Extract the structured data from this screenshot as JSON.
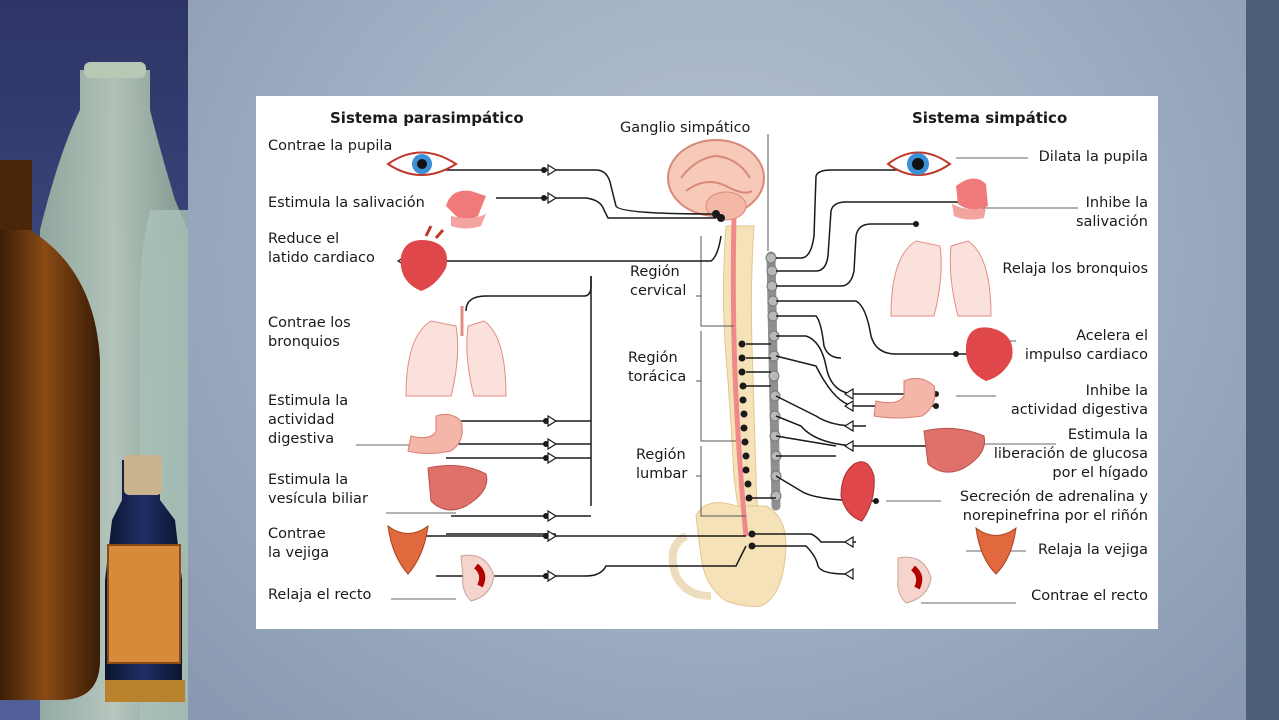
{
  "diagram": {
    "parasympathetic_title": "Sistema parasimpático",
    "sympathetic_title": "Sistema simpático",
    "ganglion_label": "Ganglio simpático",
    "regions": {
      "cervical": [
        "Región",
        "cervical"
      ],
      "thoracic": [
        "Región",
        "torácica"
      ],
      "lumbar": [
        "Región",
        "lumbar"
      ]
    },
    "parasympathetic_effects": [
      [
        "Contrae la pupila"
      ],
      [
        "Estimula la salivación"
      ],
      [
        "Reduce el",
        "latido cardiaco"
      ],
      [
        "Contrae los",
        "bronquios"
      ],
      [
        "Estimula la",
        "actividad",
        "digestiva"
      ],
      [
        "Estimula la",
        "vesícula biliar"
      ],
      [
        "Contrae",
        "la vejiga"
      ],
      [
        "Relaja el recto"
      ]
    ],
    "sympathetic_effects": [
      [
        "Dilata la pupila"
      ],
      [
        "Inhibe la",
        "salivación"
      ],
      [
        "Relaja los bronquios"
      ],
      [
        "Acelera el",
        "impulso cardiaco"
      ],
      [
        "Inhibe la",
        "actividad digestiva"
      ],
      [
        "Estimula la",
        "liberación de glucosa",
        "por el hígado"
      ],
      [
        "Secreción de adrenalina y",
        "norepinefrina por el riñón"
      ],
      [
        "Relaja la vejiga"
      ],
      [
        "Contrae el recto"
      ]
    ]
  },
  "colors": {
    "slide_background": "#a3b1c5",
    "side_bar": "#4d5f78",
    "nerve_line": "#1a1a1a",
    "spine": "#f3d9a6",
    "spinal_cord": "#f08a8a",
    "ganglion_chain": "#9a9a9a",
    "organ_red": "#e0474a"
  }
}
